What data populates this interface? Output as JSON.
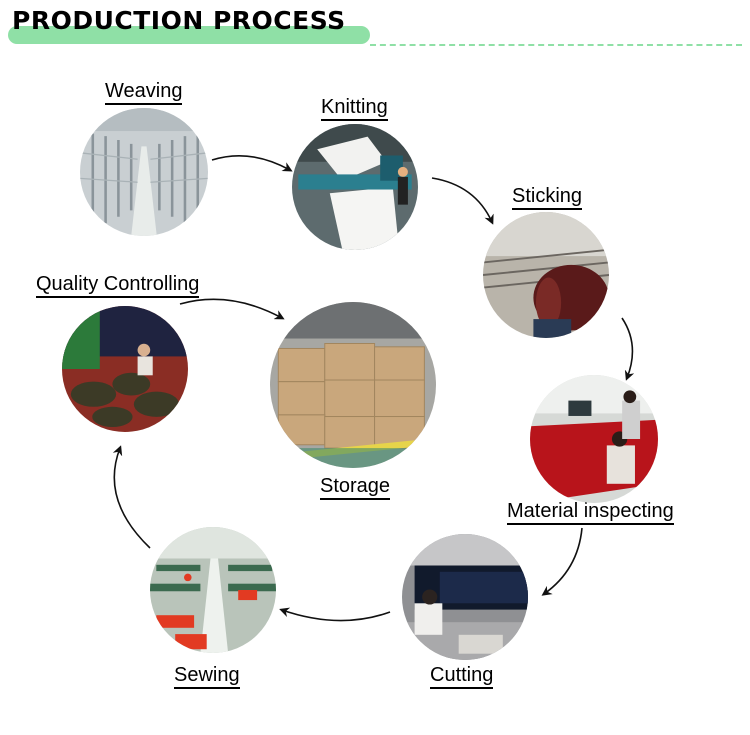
{
  "header": {
    "title": "PRODUCTION PROCESS",
    "accent_color": "#8fe0a6"
  },
  "steps": {
    "weaving": "Weaving",
    "knitting": "Knitting",
    "sticking": "Sticking",
    "material_inspecting": "Material inspecting",
    "cutting": "Cutting",
    "sewing": "Sewing",
    "quality_controlling": "Quality Controlling",
    "storage": "Storage"
  }
}
